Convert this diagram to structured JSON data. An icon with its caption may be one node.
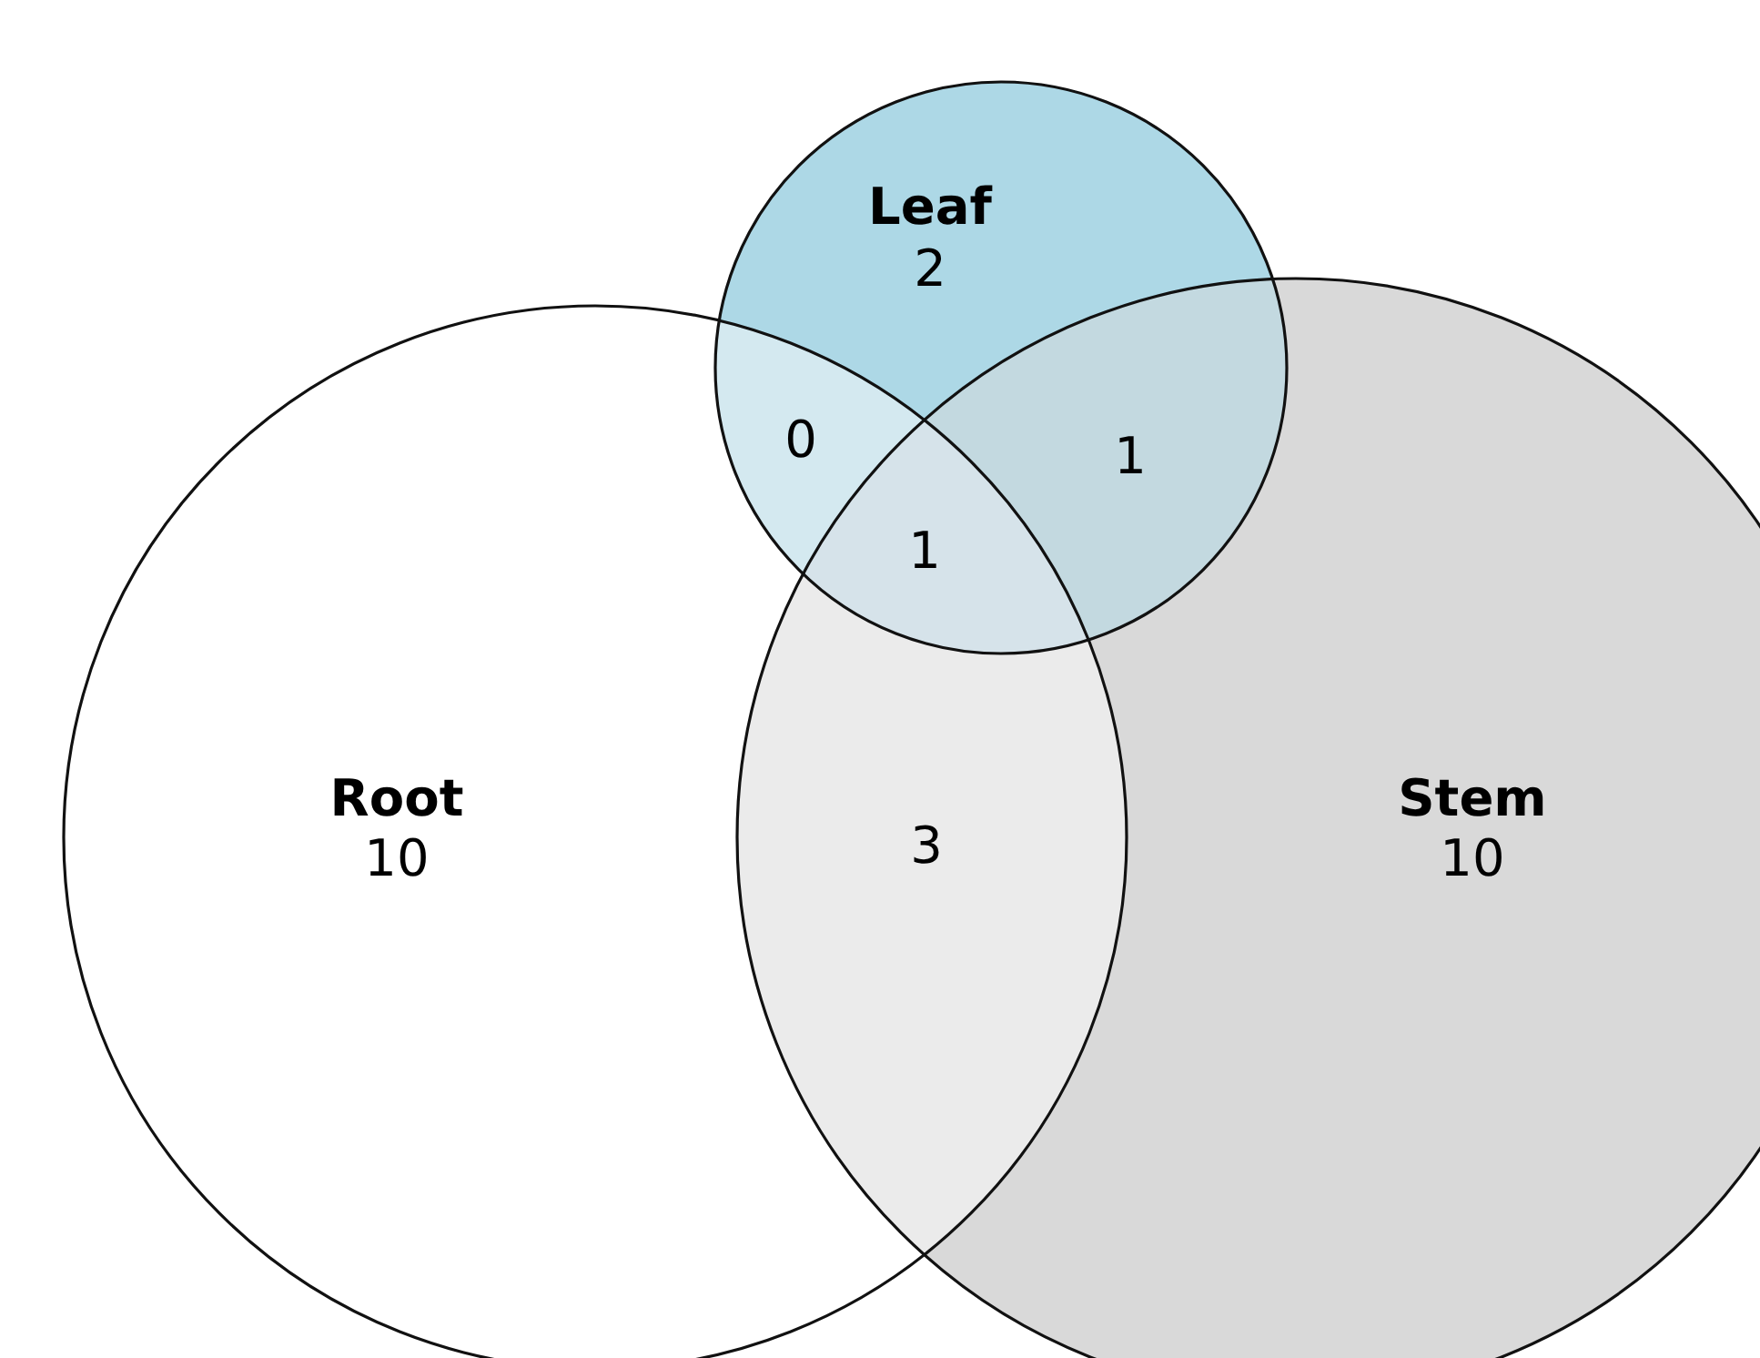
{
  "diagram": {
    "nodes": [
      {
        "text": [
          "Leaf",
          "2"
        ]
      },
      {
        "text": [
          "Root",
          "10"
        ]
      },
      {
        "text": [
          "Stem",
          "10"
        ]
      }
    ],
    "labels": [
      "0",
      "1",
      "1",
      "3"
    ]
  }
}
